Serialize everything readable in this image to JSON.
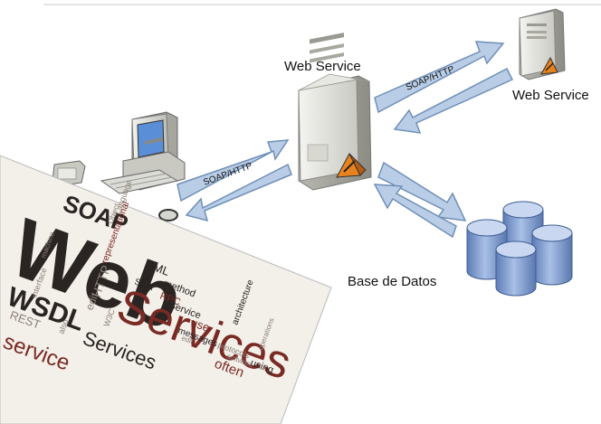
{
  "diagram": {
    "nodes": {
      "web_service_center": {
        "label": "Web Service",
        "icon": "server-icon"
      },
      "web_service_remote": {
        "label": "Web Service",
        "icon": "server-icon"
      },
      "client": {
        "label": "",
        "icon": "desktop-computer-icon"
      },
      "database": {
        "label": "Base de Datos",
        "icon": "database-cylinders-icon"
      }
    },
    "edges": {
      "client_to_service": {
        "label": "SOAP/HTTP"
      },
      "service_to_remote": {
        "label": "SOAP/HTTP"
      }
    }
  },
  "word_cloud": {
    "words": [
      "Web",
      "Services",
      "SOAP",
      "WSDL",
      "service",
      "Services",
      "REST",
      "XML",
      "HTTP",
      "RPC",
      "often",
      "using",
      "SOA",
      "method",
      "set",
      "interface",
      "Language",
      "use",
      "edit",
      "also",
      "Object",
      "architecture",
      "messages",
      "Service",
      "W3C",
      "protocols",
      "operations",
      "machine",
      "software",
      "representational",
      "edit",
      "network"
    ]
  },
  "colors": {
    "arrow_fill": "#b9cde6",
    "arrow_stroke": "#6f8fb8",
    "db_fill": "#8da9d6",
    "db_dark": "#5d7fb8",
    "cloud_dark": "#2a2422",
    "cloud_red": "#7a2a24",
    "cloud_gray": "#8a8078"
  }
}
